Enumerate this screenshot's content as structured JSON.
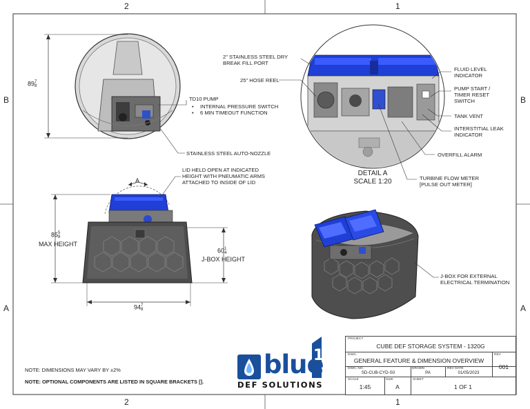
{
  "grid": {
    "top": [
      "2",
      "1"
    ],
    "bottom": [
      "2",
      "1"
    ],
    "left": [
      "B",
      "A"
    ],
    "right": [
      "B",
      "A"
    ]
  },
  "front_view": {
    "height_whole": "89",
    "height_num": "7",
    "height_den": "8",
    "callout_pump_title": "TD10 PUMP",
    "callout_pump_items": [
      "INTERNAL PRESSURE SWITCH",
      "6 MIN TIMEOUT FUNCTION"
    ],
    "callout_nozzle": "STAINLESS STEEL AUTO-NOZZLE"
  },
  "side_view": {
    "lid_note": [
      "LID HELD OPEN AT INDICATED",
      "HEIGHT WITH PNEUMATIC ARMS",
      "ATTACHED TO INSIDE OF LID"
    ],
    "section_letter": "A",
    "max_whole": "85",
    "max_num": "5",
    "max_den": "8",
    "max_label": "MAX HEIGHT",
    "jbox_whole": "60",
    "jbox_num": "1",
    "jbox_den": "4",
    "jbox_label": "J-BOX HEIGHT",
    "width_whole": "94",
    "width_num": "7",
    "width_den": "8"
  },
  "detail_view": {
    "callout_fill": [
      "2\" STAINLESS STEEL DRY",
      "BREAK FILL PORT"
    ],
    "callout_hose": "25\" HOSE REEL",
    "callout_fluid": [
      "FLUID LEVEL",
      "INDICATOR"
    ],
    "callout_pump_start": [
      "PUMP START /",
      "TIMER RESET",
      "SWITCH"
    ],
    "callout_vent": "TANK VENT",
    "callout_leak": [
      "INTERSTITIAL LEAK",
      "INDICATOR"
    ],
    "callout_overfill": "OVERFILL ALARM",
    "callout_turbine": [
      "TURBINE FLOW METER",
      "[PULSE OUT METER]"
    ],
    "title": "DETAIL A",
    "scale": "SCALE 1:20"
  },
  "iso_view": {
    "callout_jbox": [
      "J-BOX FOR EXTERNAL",
      "ELECTRICAL TERMINATION"
    ]
  },
  "notes": {
    "dimensions": "NOTE: DIMENSIONS MAY VARY BY ±2%",
    "optional": "NOTE: OPTIONAL COMPONENTS ARE LISTED IN SQUARE BRACKETS []."
  },
  "logo": {
    "word": "blue",
    "numeral": "1",
    "sub": "DEF SOLUTIONS"
  },
  "title_block": {
    "project_caption": "PROJECT",
    "project": "CUBE DEF STORAGE SYSTEM - 1320G",
    "dwg_caption": "DWG.",
    "dwg": "GENERAL FEATURE & DIMENSION OVERVIEW",
    "rev_caption": "REV",
    "rev": "001",
    "dwg_no_caption": "DWG. NO.",
    "dwg_no": "SD-CUB-CYD-S0",
    "drawn_caption": "DRAWN",
    "drawn": "PA",
    "rev_date_caption": "REV DATE",
    "rev_date": "01/05/2023",
    "scale_caption": "SCALE",
    "scale": "1:45",
    "size_caption": "SIZE",
    "size": "A",
    "sheet_caption": "SHEET",
    "sheet": "1 OF 1"
  },
  "colors": {
    "lid_blue": "#1f3fd6",
    "brand_blue": "#1a4f9c",
    "tank_gray": "#5a5a5a"
  }
}
